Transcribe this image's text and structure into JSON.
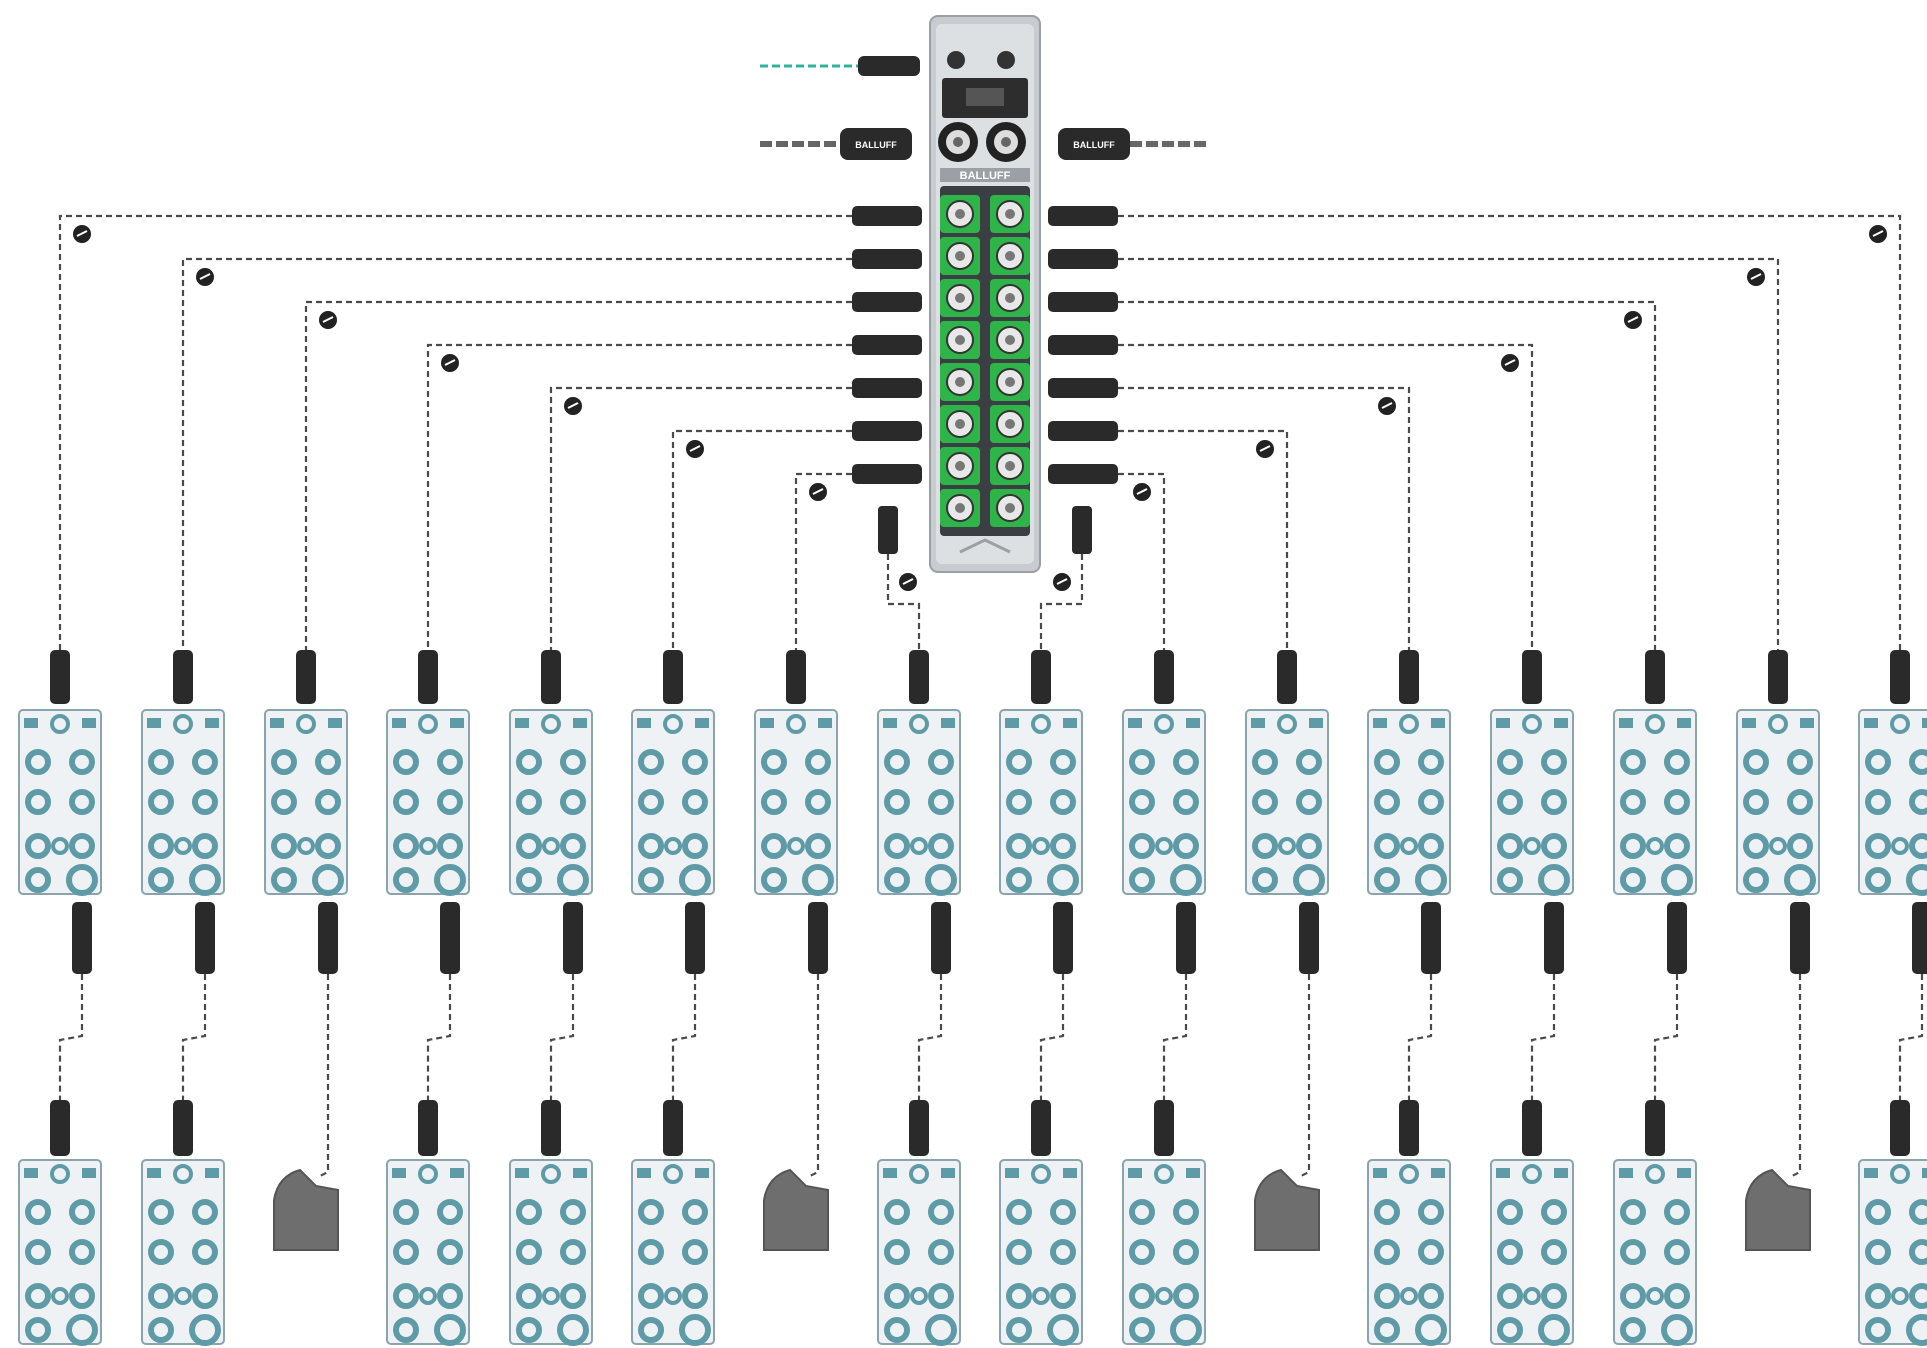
{
  "colors": {
    "background": "#ffffff",
    "cable_dash": "#4a4a4a",
    "master_housing": "#c8ccd0",
    "port_green": "#2fb44a",
    "hub_body": "#eef2f5",
    "hub_port": "#5f9ba6",
    "ethernet_cable": "#2fb39a",
    "connector": "#2a2a2a",
    "sensor": "#6e6e6e"
  },
  "master": {
    "brand_label": "BALLUFF",
    "left_bus_label": "BALLUFF",
    "right_bus_label": "BALLUFF",
    "io_link_ports_per_side": 8
  },
  "hubs": {
    "top_row_count": 16,
    "bottom_row": [
      {
        "device": "hub"
      },
      {
        "device": "hub"
      },
      {
        "device": "sensor"
      },
      {
        "device": "hub"
      },
      {
        "device": "hub"
      },
      {
        "device": "hub"
      },
      {
        "device": "sensor"
      },
      {
        "device": "hub"
      },
      {
        "device": "hub"
      },
      {
        "device": "hub"
      },
      {
        "device": "sensor"
      },
      {
        "device": "hub"
      },
      {
        "device": "hub"
      },
      {
        "device": "hub"
      },
      {
        "device": "sensor"
      },
      {
        "device": "hub"
      }
    ]
  }
}
